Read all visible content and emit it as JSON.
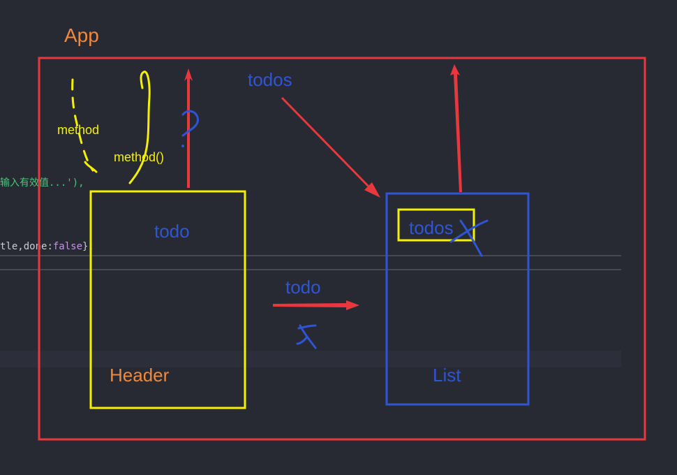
{
  "code": {
    "line1_pre": "输入有效值...",
    "line1_post": "'),",
    "line2_a": "tle,done",
    "line2_colon": ":",
    "line2_kw": "false",
    "line2_end": "};"
  },
  "labels": {
    "app": "App",
    "header": "Header",
    "list": "List",
    "todos_top": "todos",
    "todo_header": "todo",
    "todo_arrow": "todo",
    "todos_list": "todos",
    "method": "method",
    "method_call": "method()",
    "question": "?",
    "cross_mid": "X"
  },
  "colors": {
    "background": "#282a33",
    "red": "#e8383d",
    "yellow": "#f5f000",
    "blue": "#2f55d4",
    "orange": "#f0883e"
  }
}
